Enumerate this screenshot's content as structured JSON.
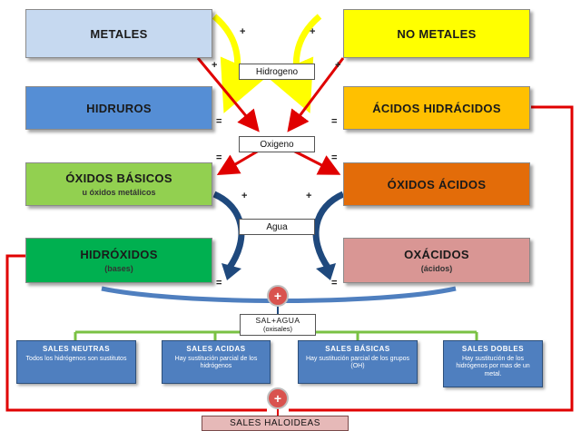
{
  "boxes": {
    "metales": "METALES",
    "no_metales": "NO METALES",
    "hidruros": "HIDRUROS",
    "acidos_hidracidos": "ÁCIDOS HIDRÁCIDOS",
    "oxidos_basicos": "ÓXIDOS BÁSICOS",
    "oxidos_basicos_sub": "u óxidos metálicos",
    "oxidos_acidos": "ÓXIDOS ÁCIDOS",
    "hidroxidos": "HIDRÓXIDOS",
    "hidroxidos_sub": "(bases)",
    "oxacidos": "OXÁCIDOS",
    "oxacidos_sub": "(ácidos)"
  },
  "reagents": {
    "hidrogeno": "Hidrogeno",
    "oxigeno": "Oxigeno",
    "agua": "Agua",
    "sal_agua": "SAL+AGUA",
    "oxisales": "(oxisales)"
  },
  "symbols": {
    "plus": "+",
    "equals": "="
  },
  "sales": [
    {
      "title": "SALES NEUTRAS",
      "desc": "Todos los hidrógenos son sustitutos"
    },
    {
      "title": "SALES ACIDAS",
      "desc": "Hay sustitución parcial de los hidrógenos"
    },
    {
      "title": "SALES BÁSICAS",
      "desc": "Hay sustitución parcial de los grupos (OH)"
    },
    {
      "title": "SALES DOBLES",
      "desc": "Hay sustitución de los hidrógenos por mas de un metal."
    }
  ],
  "sales_haloideas": "SALES HALOIDEAS",
  "colors": {
    "metales": "#c6d9f0",
    "no_metales": "#ffff00",
    "hidruros": "#558ed5",
    "acidos_hidracidos": "#ffc000",
    "oxidos_basicos": "#92d050",
    "oxidos_acidos": "#e36c09",
    "hidroxidos": "#00b050",
    "oxacidos": "#d99694",
    "sales": "#4f7fbf",
    "haloideas": "#e6b9b8",
    "red_line": "#e00000",
    "green_line": "#7ac143",
    "yellow_arrow": "#ffff00",
    "navy_arrow": "#1f497d"
  }
}
